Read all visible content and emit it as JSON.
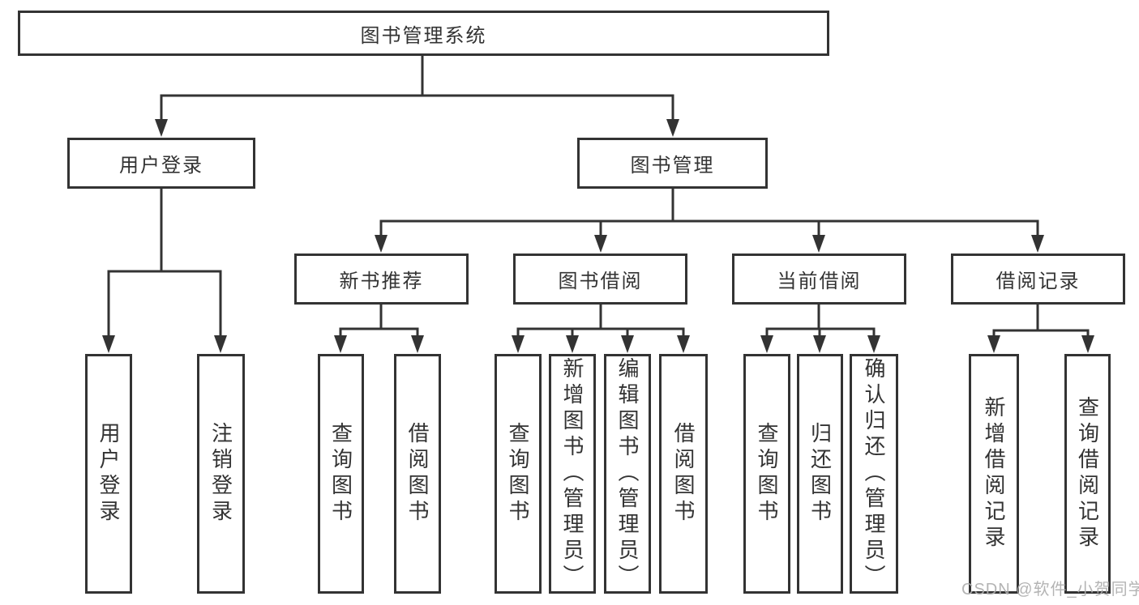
{
  "tree": {
    "label": "图书管理系统",
    "children": [
      {
        "label": "用户登录",
        "children": [
          {
            "label": "用户登录"
          },
          {
            "label": "注销登录"
          }
        ]
      },
      {
        "label": "图书管理",
        "children": [
          {
            "label": "新书推荐",
            "children": [
              {
                "label": "查询图书"
              },
              {
                "label": "借阅图书"
              }
            ]
          },
          {
            "label": "图书借阅",
            "children": [
              {
                "label": "查询图书"
              },
              {
                "label": "新增图书（管理员）"
              },
              {
                "label": "编辑图书（管理员）"
              },
              {
                "label": "借阅图书"
              }
            ]
          },
          {
            "label": "当前借阅",
            "children": [
              {
                "label": "查询图书"
              },
              {
                "label": "归还图书"
              },
              {
                "label": "确认归还（管理员）"
              }
            ]
          },
          {
            "label": "借阅记录",
            "children": [
              {
                "label": "新增借阅记录"
              },
              {
                "label": "查询借阅记录"
              }
            ]
          }
        ]
      }
    ]
  },
  "watermark": "CSDN @软件_小贺同学",
  "colors": {
    "line": "#333333",
    "text": "#333333",
    "watermark": "#aeaeae",
    "background": "#ffffff"
  }
}
